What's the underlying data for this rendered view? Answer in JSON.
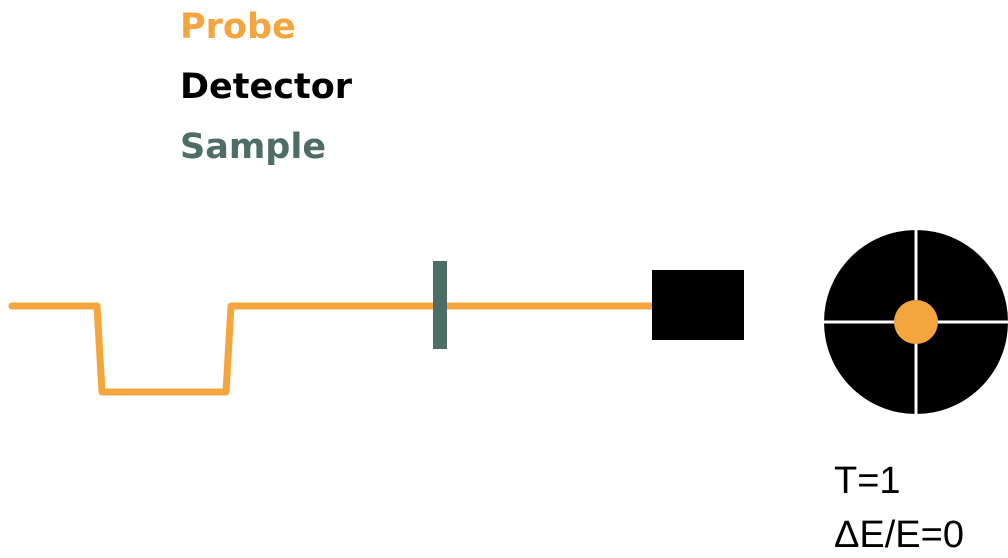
{
  "legend": {
    "probe": "Probe",
    "detector": "Detector",
    "sample": "Sample"
  },
  "colors": {
    "probe": "#f4a53d",
    "detector": "#000000",
    "sample": "#4e6d66",
    "cross_lines": "#ffffff"
  },
  "readouts": {
    "transmission": "T=1",
    "energy_resolution": "ΔE/E=0"
  }
}
